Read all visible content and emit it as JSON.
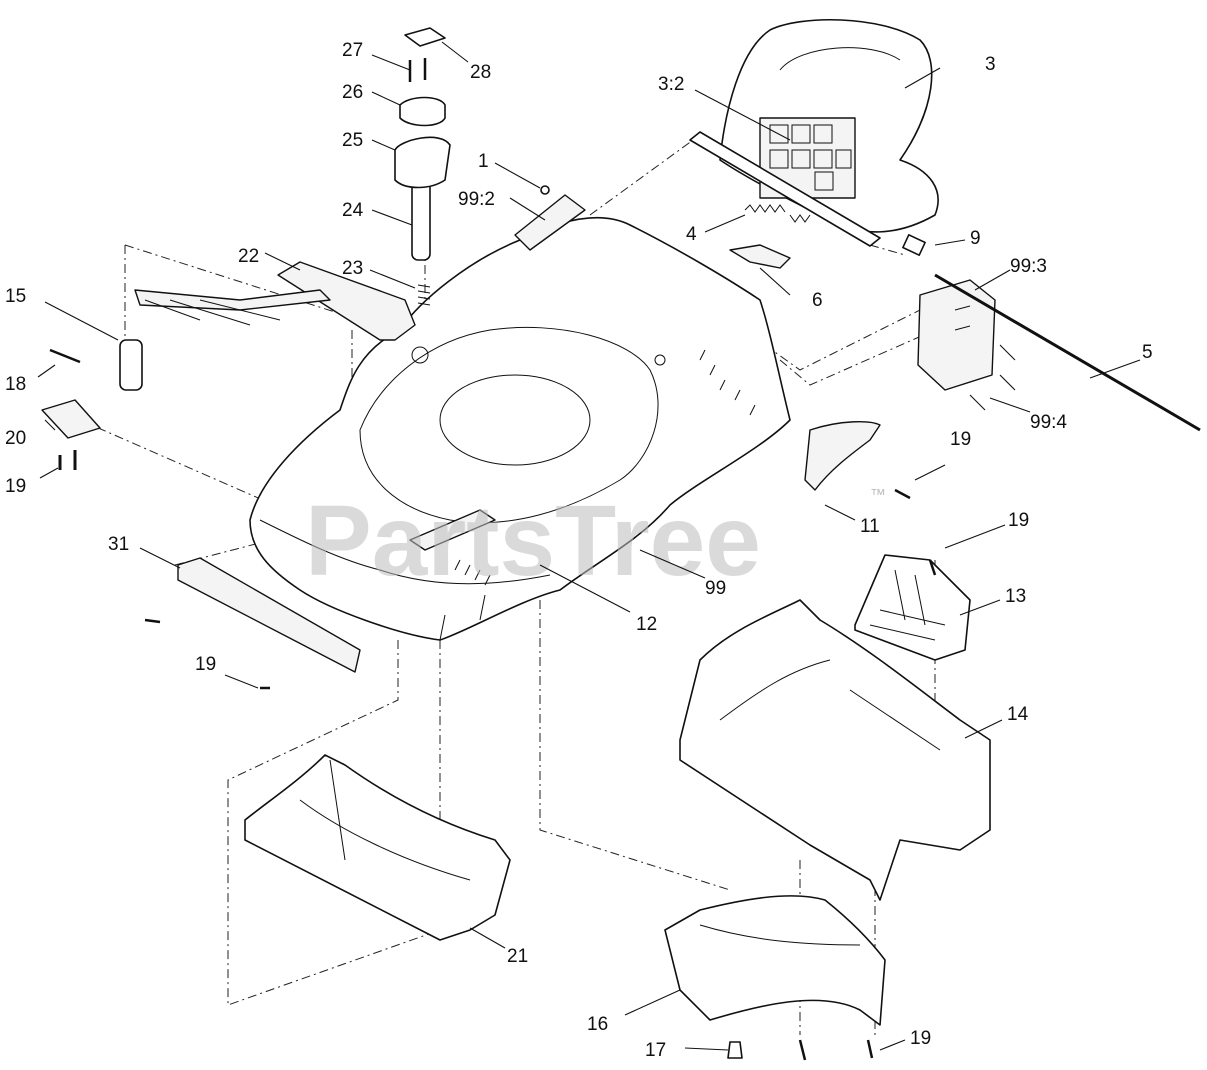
{
  "watermark": {
    "text": "PartsTree",
    "tm": "™"
  },
  "callouts": {
    "c1": "1",
    "c3": "3",
    "c3_2": "3:2",
    "c4": "4",
    "c5": "5",
    "c6": "6",
    "c9": "9",
    "c11": "11",
    "c12": "12",
    "c13": "13",
    "c14": "14",
    "c15": "15",
    "c16": "16",
    "c17": "17",
    "c18": "18",
    "c19a": "19",
    "c19b": "19",
    "c19c": "19",
    "c19d": "19",
    "c19e": "19",
    "c20": "20",
    "c21": "21",
    "c22": "22",
    "c23": "23",
    "c24": "24",
    "c25": "25",
    "c26": "26",
    "c27": "27",
    "c28": "28",
    "c31": "31",
    "c99": "99",
    "c99_2": "99:2",
    "c99_3": "99:3",
    "c99_4": "99:4"
  }
}
